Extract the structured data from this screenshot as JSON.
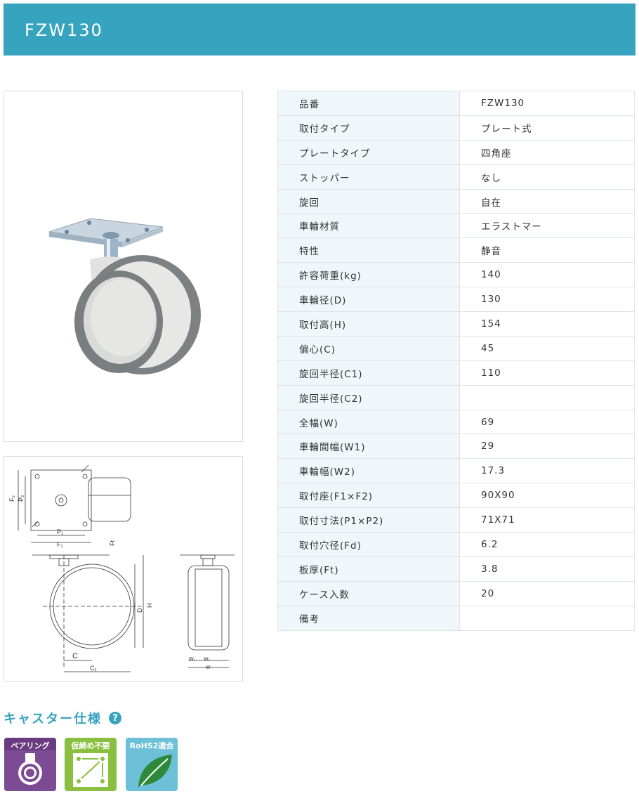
{
  "product": {
    "title": "FZW130"
  },
  "images": {
    "photo": "caster-photo",
    "drawing": "caster-dimension-drawing",
    "drawing_labels": [
      "F2",
      "P2",
      "P1",
      "F1",
      "Ft",
      "H",
      "D",
      "C",
      "C1",
      "W2",
      "W1",
      "W"
    ]
  },
  "specs": [
    {
      "label": "品番",
      "value": "FZW130"
    },
    {
      "label": "取付タイプ",
      "value": "プレート式"
    },
    {
      "label": "プレートタイプ",
      "value": "四角座"
    },
    {
      "label": "ストッパー",
      "value": "なし"
    },
    {
      "label": "旋回",
      "value": "自在"
    },
    {
      "label": "車輪材質",
      "value": "エラストマー"
    },
    {
      "label": "特性",
      "value": "静音"
    },
    {
      "label": "許容荷重(kg)",
      "value": "140"
    },
    {
      "label": "車輪径(D)",
      "value": "130"
    },
    {
      "label": "取付高(H)",
      "value": "154"
    },
    {
      "label": "偏心(C)",
      "value": "45"
    },
    {
      "label": "旋回半径(C1)",
      "value": "110"
    },
    {
      "label": "旋回半径(C2)",
      "value": ""
    },
    {
      "label": "全幅(W)",
      "value": "69"
    },
    {
      "label": "車輪間幅(W1)",
      "value": "29"
    },
    {
      "label": "車輪幅(W2)",
      "value": "17.3"
    },
    {
      "label": "取付座(F1×F2)",
      "value": "90X90"
    },
    {
      "label": "取付寸法(P1×P2)",
      "value": "71X71"
    },
    {
      "label": "取付穴径(Fd)",
      "value": "6.2"
    },
    {
      "label": "板厚(Ft)",
      "value": "3.8"
    },
    {
      "label": "ケース入数",
      "value": "20"
    },
    {
      "label": "備考",
      "value": ""
    }
  ],
  "features": {
    "heading": "キャスター仕様",
    "help_icon": "question-circle-icon",
    "badges": [
      {
        "label": "ベアリング",
        "icon": "bearing-icon",
        "color": "#7d4a94"
      },
      {
        "label": "仮締め不要",
        "icon": "tightening-order-icon",
        "color": "#8bbf3f"
      },
      {
        "label": "RoHS2適合",
        "icon": "leaf-icon",
        "color": "#6cc0d8"
      }
    ]
  },
  "colors": {
    "accent": "#36a4bf",
    "table_key_bg": "#eff7fa",
    "border": "#dde3e6"
  }
}
